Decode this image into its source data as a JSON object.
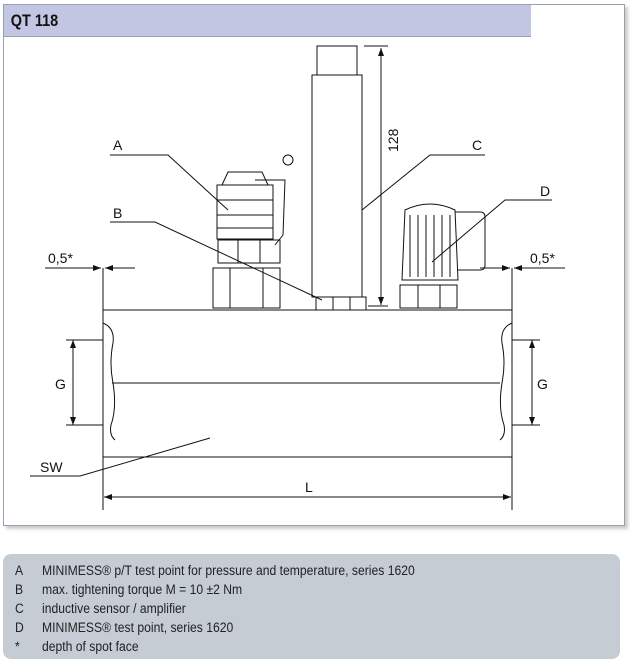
{
  "title": "QT 118",
  "labels": {
    "A": "A",
    "B": "B",
    "C": "C",
    "D": "D",
    "SW": "SW",
    "G_left": "G",
    "G_right": "G",
    "L": "L",
    "height": "128",
    "spot_left": "0,5*",
    "spot_right": "0,5*"
  },
  "legend": [
    {
      "key": "A",
      "text": "MINIMESS® p/T test point for pressure and temperature, series 1620"
    },
    {
      "key": "B",
      "text": "max. tightening torque M = 10 ±2 Nm"
    },
    {
      "key": "C",
      "text": "inductive sensor / amplifier"
    },
    {
      "key": "D",
      "text": "MINIMESS® test point, series 1620"
    },
    {
      "key": "*",
      "text": "depth of spot face"
    }
  ]
}
